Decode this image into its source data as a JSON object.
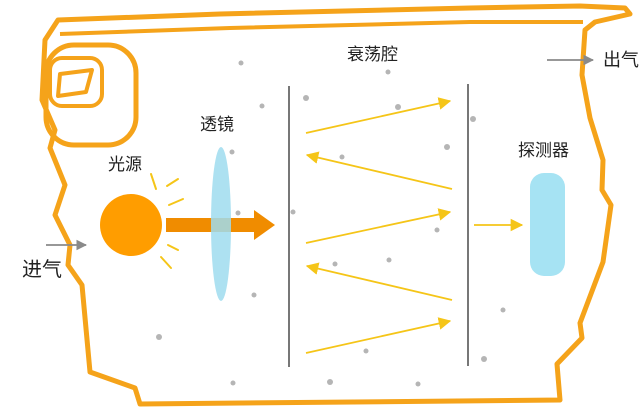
{
  "labels": {
    "light_source": "光源",
    "lens": "透镜",
    "cavity": "衰荡腔",
    "detector": "探测器",
    "gas_in": "进气",
    "gas_out": "出气"
  },
  "colors": {
    "housing_outline": "#f5a31a",
    "light_source": "#ff9d00",
    "beam": "#f08c00",
    "reflected_rays": "#f5c518",
    "lens": "#9fdcef",
    "detector": "#a6e3f3",
    "mirrors": "#777777",
    "particles": "#b5b5b5",
    "arrows_gas": "#8a8a8a"
  }
}
